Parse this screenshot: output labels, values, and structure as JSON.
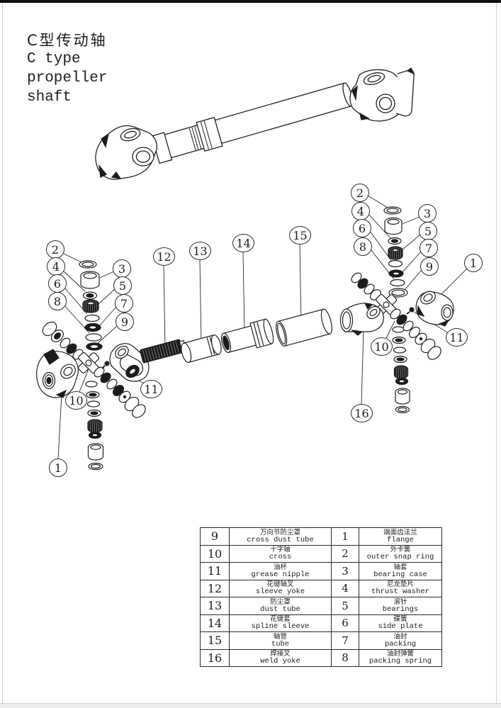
{
  "page": {
    "title_cn": "C型传动轴",
    "title_en_line1": "C type",
    "title_en_line2": "propeller",
    "title_en_line3": "shaft"
  },
  "callouts": {
    "left": [
      "2",
      "4",
      "6",
      "8",
      "3",
      "5",
      "7",
      "9",
      "10",
      "11",
      "1"
    ],
    "middle": [
      "12",
      "13",
      "14",
      "15"
    ],
    "right": [
      "2",
      "4",
      "6",
      "8",
      "3",
      "5",
      "7",
      "9",
      "1",
      "11",
      "10",
      "16"
    ]
  },
  "parts_table": {
    "left": [
      {
        "no": "9",
        "cn": "万向节防尘罩",
        "en": "cross dust tube"
      },
      {
        "no": "10",
        "cn": "十字轴",
        "en": "cross"
      },
      {
        "no": "11",
        "cn": "油杯",
        "en": "grease nipple"
      },
      {
        "no": "12",
        "cn": "花键轴叉",
        "en": "sleeve yoke"
      },
      {
        "no": "13",
        "cn": "防尘罩",
        "en": "dust tube"
      },
      {
        "no": "14",
        "cn": "花键套",
        "en": "spline sleeve"
      },
      {
        "no": "15",
        "cn": "轴管",
        "en": "tube"
      },
      {
        "no": "16",
        "cn": "焊接叉",
        "en": "weld yoke"
      }
    ],
    "right": [
      {
        "no": "1",
        "cn": "端面齿法兰",
        "en": "flange"
      },
      {
        "no": "2",
        "cn": "外卡簧",
        "en": "outer snap ring"
      },
      {
        "no": "3",
        "cn": "轴套",
        "en": "bearing case"
      },
      {
        "no": "4",
        "cn": "尼龙垫片",
        "en": "thrust washer"
      },
      {
        "no": "5",
        "cn": "滚针",
        "en": "bearings"
      },
      {
        "no": "6",
        "cn": "碟簧",
        "en": "side plate"
      },
      {
        "no": "7",
        "cn": "油封",
        "en": "packing"
      },
      {
        "no": "8",
        "cn": "油封弹簧",
        "en": "packing spring"
      }
    ]
  },
  "colors": {
    "line": "#1f1f1f",
    "dark_fill": "#1b1b1b",
    "background": "#ffffff",
    "top_bar": "#0f0f0f",
    "page_edge": "#cfcfcf"
  }
}
